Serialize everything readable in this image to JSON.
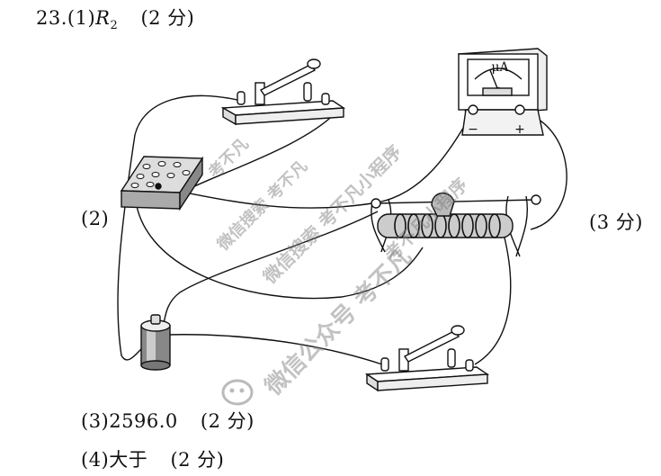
{
  "answers": {
    "q1": {
      "number": "23.",
      "part": "(1)",
      "symbol": "R",
      "subscript": "2",
      "score": "(2 分)"
    },
    "q2": {
      "part": "(2)",
      "score": "(3 分)"
    },
    "q3": {
      "part": "(3)",
      "value": "2596.0",
      "score": "(2 分)"
    },
    "q4": {
      "part": "(4)",
      "value": "大于",
      "score": "(2 分)"
    }
  },
  "meter": {
    "unit": "μA",
    "minus": "−",
    "plus": "+"
  },
  "watermarks": {
    "w1": "考不凡",
    "w2": "微信搜索 考不凡",
    "w3": "微信搜索 考不凡小程序",
    "w4": "考不凡小程序",
    "w5": "微信公众号 考不凡"
  }
}
